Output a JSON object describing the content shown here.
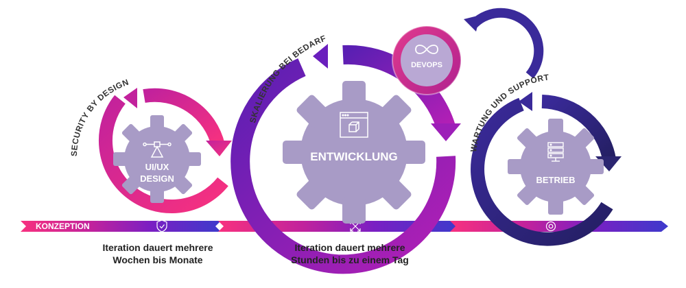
{
  "colors": {
    "pink": "#f7317f",
    "magenta": "#c2229c",
    "purple": "#7a1fc3",
    "violet": "#5a1fb3",
    "indigo": "#3d33c7",
    "navy": "#2b2570",
    "gear": "#a89bc6"
  },
  "timeline": {
    "phase_label": "KONZEPTION"
  },
  "gears": {
    "uiux": {
      "label_line1": "UI/UX",
      "label_line2": "DESIGN",
      "icon": "vector-pen-icon"
    },
    "entwicklung": {
      "label": "ENTWICKLUNG",
      "icon": "browser-cube-icon"
    },
    "betrieb": {
      "label": "BETRIEB",
      "icon": "server-rack-icon"
    },
    "devops": {
      "label": "DEVOPS",
      "icon": "infinity-icon"
    }
  },
  "arc_labels": {
    "security": "SECURITY BY DESIGN",
    "skalierung": "SKALIERUNG BEI BEDARF",
    "wartung": "WARTUNG UND SUPPORT"
  },
  "captions": {
    "left_line1": "Iteration dauert mehrere",
    "left_line2": "Wochen bis Monate",
    "middle_line1": "Iteration dauert mehrere",
    "middle_line2": "Stunden bis zu einem Tag"
  }
}
